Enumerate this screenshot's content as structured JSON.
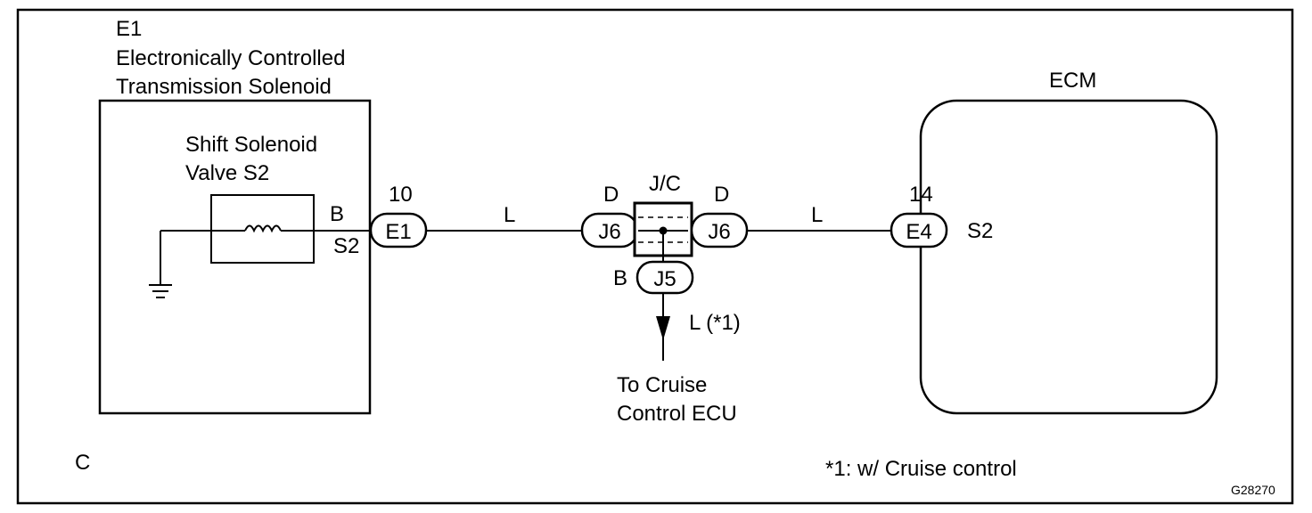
{
  "component": {
    "code": "E1",
    "name_line1": "Electronically Controlled",
    "name_line2": "Transmission Solenoid",
    "valve_line1": "Shift Solenoid",
    "valve_line2": "Valve S2",
    "wire_color": "B",
    "terminal": "S2"
  },
  "connector_e1": {
    "pin": "10",
    "label": "E1"
  },
  "wire_1": "L",
  "junction": {
    "label": "J/C",
    "left_pin": "D",
    "left_conn": "J6",
    "right_pin": "D",
    "right_conn": "J6",
    "bottom_pin": "B",
    "bottom_conn": "J5"
  },
  "wire_2": "L",
  "branch": {
    "wire": "L (*1)",
    "dest_line1": "To Cruise",
    "dest_line2": "Control ECU"
  },
  "ecm": {
    "title": "ECM",
    "pin": "14",
    "conn": "E4",
    "terminal": "S2"
  },
  "footer": {
    "corner_letter": "C",
    "footnote": "*1: w/ Cruise control",
    "figure_code": "G28270"
  }
}
